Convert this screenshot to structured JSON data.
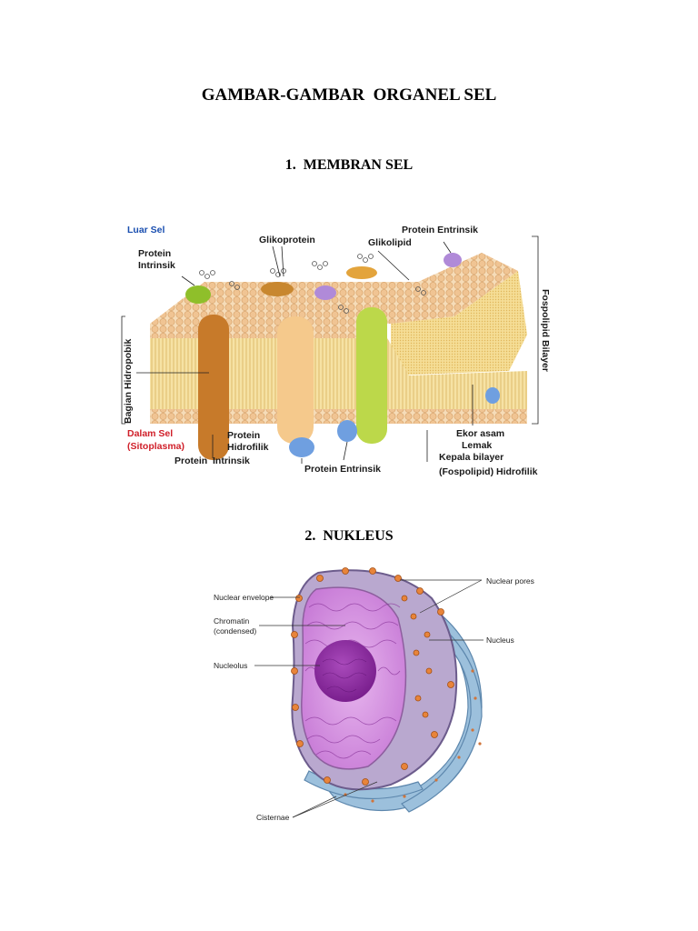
{
  "document": {
    "title": "GAMBAR-GAMBAR  ORGANEL SEL",
    "sections": [
      {
        "number": "1.",
        "heading": "MEMBRAN SEL"
      },
      {
        "number": "2.",
        "heading": "NUKLEUS"
      }
    ]
  },
  "membrane_diagram": {
    "labels": {
      "luar_sel": "Luar Sel",
      "protein_intrinsik_top_1": "Protein",
      "protein_intrinsik_top_2": "Intrinsik",
      "glikoprotein": "Glikoprotein",
      "glikolipid": "Glikolipid",
      "protein_entrinsik_top": "Protein Entrinsik",
      "fospolipid_bilayer": "Fospolipid Bilayer",
      "bagian_hidropobik": "Bagian Hidropobik",
      "dalam_sel": "Dalam Sel",
      "sitoplasma": "(Sitoplasma)",
      "protein_hidrofilik_1": "Protein",
      "protein_hidrofilik_2": "Hidrofilik",
      "protein_intrinsik_bottom": "Protein  Intrinsik",
      "protein_entrinsik_bottom": "Protein Entrinsik",
      "ekor_asam_1": "Ekor asam",
      "ekor_asam_2": "Lemak",
      "kepala_bilayer_1": "Kepala bilayer",
      "kepala_bilayer_2": "(Fospolipid) Hidrofilik"
    },
    "colors": {
      "luar_sel": "#1a4fb0",
      "dalam_sel": "#d0202a",
      "head": "#f1c99a",
      "tail": "#f3d77d"
    }
  },
  "nucleus_diagram": {
    "labels": {
      "nuclear_envelope": "Nuclear envelope",
      "chromatin_1": "Chromatin",
      "chromatin_2": "(condensed)",
      "nucleolus": "Nucleolus",
      "nuclear_pores": "Nuclear pores",
      "nucleus": "Nucleus",
      "cisternae": "Cisternae"
    },
    "colors": {
      "nucleoplasm": "#c77ad6",
      "nucleolus": "#8a2a9c",
      "er": "#8fb4d4",
      "pore": "#e8843a"
    }
  }
}
